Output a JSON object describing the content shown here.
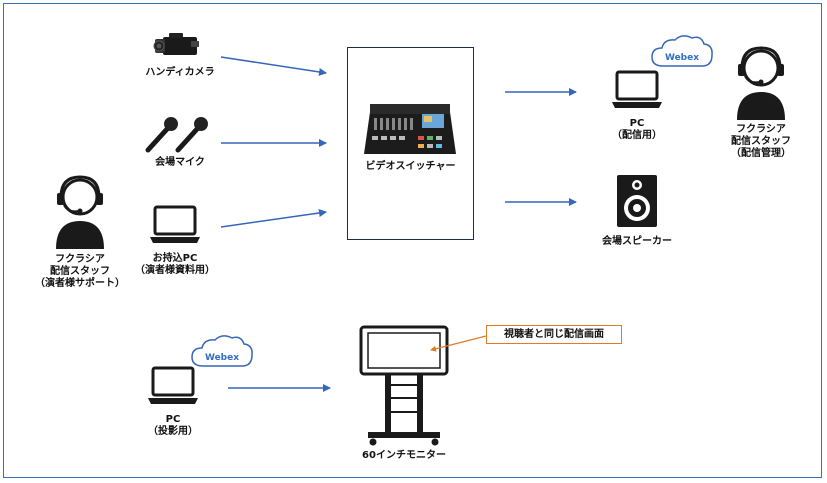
{
  "devices": {
    "camera": "ハンディカメラ",
    "mic": "会場マイク",
    "laptop_left": [
      "お持込PC",
      "（演者様資料用）"
    ],
    "switcher": "ビデオスイッチャー",
    "pc_stream": [
      "PC",
      "（配信用）"
    ],
    "speaker": "会場スピーカー",
    "pc_project": [
      "PC",
      "（投影用）"
    ],
    "monitor": "60インチモニター"
  },
  "staff": {
    "left": [
      "フクラシア",
      "配信スタッフ",
      "（演者様サポート）"
    ],
    "right": [
      "フクラシア",
      "配信スタッフ",
      "（配信管理）"
    ]
  },
  "clouds": {
    "top": "Webex",
    "bottom": "Webex"
  },
  "callout": "視聴者と同じ配信画面",
  "colors": {
    "arrow": "#3566b8",
    "frame": "#3b6fb6",
    "callout_border": "#e07b2a",
    "webex_text": "#2f6fc4"
  }
}
